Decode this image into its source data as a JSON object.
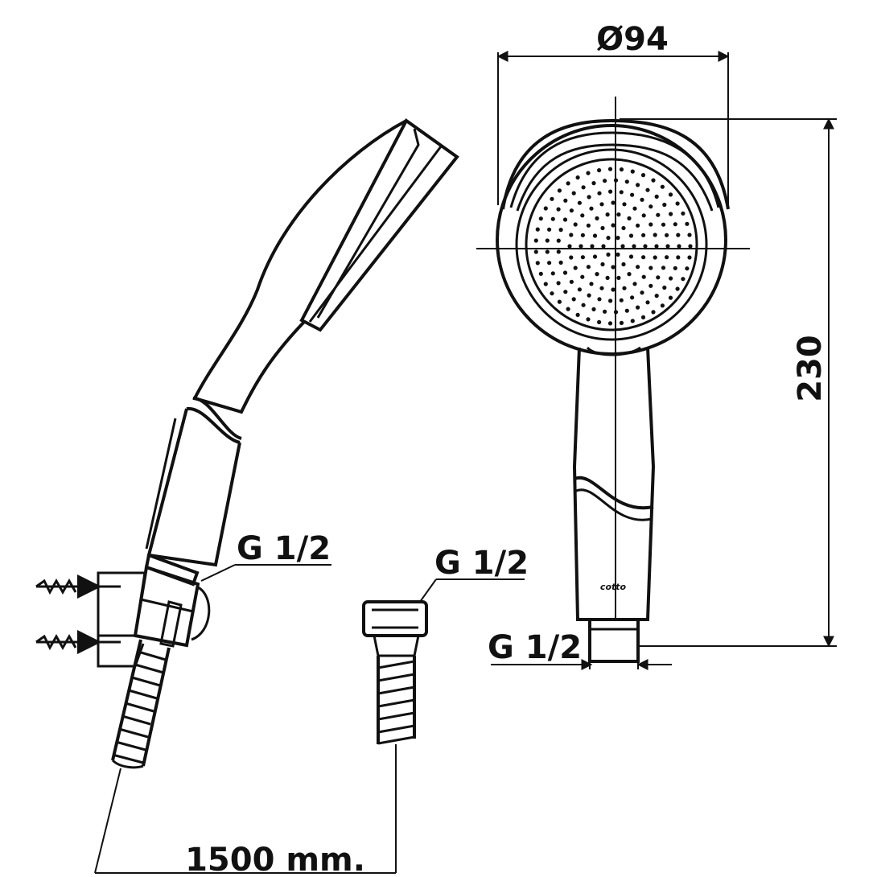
{
  "dimensions": {
    "head_diameter": "Ø94",
    "total_length": "230",
    "hose_length": "1500 mm.",
    "thread_bracket": "G 1/2",
    "thread_hose": "G 1/2",
    "thread_handle": "G 1/2"
  },
  "handle_logo": "cotto",
  "colors": {
    "line": "#111111",
    "background": "#ffffff"
  }
}
